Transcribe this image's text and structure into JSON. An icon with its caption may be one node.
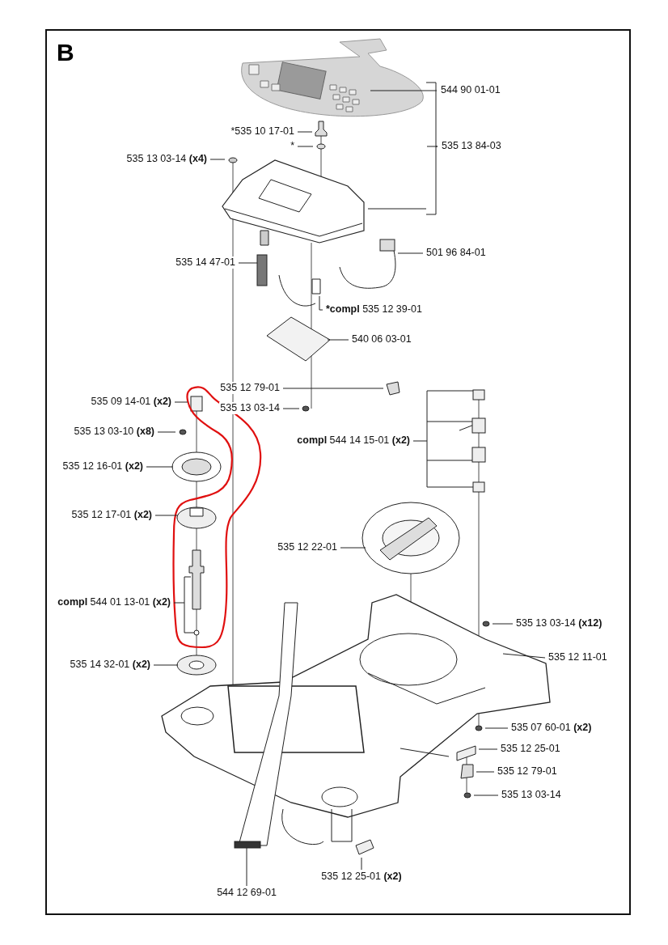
{
  "diagram": {
    "title": "B",
    "nodes": [
      {
        "text": [
          "544 90 01-01"
        ]
      },
      {
        "text": [
          "*535 10 17-01"
        ]
      },
      {
        "text": [
          "*"
        ]
      },
      {
        "text": [
          "535 13 84-03"
        ]
      },
      {
        "text": [
          "535 13 03-14 **(x4)**"
        ]
      },
      {
        "text": [
          "535 14 47-01"
        ]
      },
      {
        "text": [
          "501 96 84-01"
        ]
      },
      {
        "text": [
          "***compl** 535 12 39-01"
        ]
      },
      {
        "text": [
          "540 06 03-01"
        ]
      },
      {
        "text": [
          "535 12 79-01"
        ]
      },
      {
        "text": [
          "535 09 14-01 **(x2)**"
        ]
      },
      {
        "text": [
          "535 13 03-14"
        ]
      },
      {
        "text": [
          "535 13 03-10 **(x8)**"
        ]
      },
      {
        "text": [
          "**compl** 544 14 15-01 **(x2)**"
        ]
      },
      {
        "text": [
          "535 12 16-01 **(x2)**"
        ]
      },
      {
        "text": [
          "535 12 17-01 **(x2)**"
        ]
      },
      {
        "text": [
          "535 12 22-01"
        ]
      },
      {
        "text": [
          "**compl** 544 01 13-01 **(x2)**"
        ]
      },
      {
        "text": [
          "535 13 03-14 **(x12)**"
        ]
      },
      {
        "text": [
          "535 12 11-01"
        ]
      },
      {
        "text": [
          "535 14 32-01 **(x2)**"
        ]
      },
      {
        "text": [
          "535 07 60-01 **(x2)**"
        ]
      },
      {
        "text": [
          "535 12 25-01"
        ]
      },
      {
        "text": [
          "535 12 79-01"
        ]
      },
      {
        "text": [
          "535 13 03-14"
        ]
      },
      {
        "text": [
          "535 12 25-01 **(x2)**"
        ]
      },
      {
        "text": [
          "544 12 69-01"
        ]
      }
    ],
    "edges": [
      {
        "from": 0,
        "to": null,
        "arrow": "none"
      },
      {
        "from": 1,
        "to": null,
        "arrow": "none"
      },
      {
        "from": 2,
        "to": null,
        "arrow": "none"
      },
      {
        "from": 3,
        "to": null,
        "arrow": "none"
      },
      {
        "from": 4,
        "to": null,
        "arrow": "none"
      },
      {
        "from": 5,
        "to": null,
        "arrow": "none"
      },
      {
        "from": 6,
        "to": null,
        "arrow": "none"
      },
      {
        "from": 7,
        "to": null,
        "arrow": "none"
      },
      {
        "from": 8,
        "to": null,
        "arrow": "none"
      },
      {
        "from": 9,
        "to": null,
        "arrow": "none"
      },
      {
        "from": 10,
        "to": null,
        "arrow": "none"
      },
      {
        "from": 11,
        "to": null,
        "arrow": "none"
      },
      {
        "from": 12,
        "to": null,
        "arrow": "none"
      },
      {
        "from": 13,
        "to": null,
        "arrow": "none"
      },
      {
        "from": 14,
        "to": null,
        "arrow": "none"
      },
      {
        "from": 15,
        "to": null,
        "arrow": "none"
      },
      {
        "from": 16,
        "to": null,
        "arrow": "none"
      },
      {
        "from": 17,
        "to": null,
        "arrow": "none"
      },
      {
        "from": 18,
        "to": null,
        "arrow": "none"
      },
      {
        "from": 19,
        "to": null,
        "arrow": "none"
      },
      {
        "from": 20,
        "to": null,
        "arrow": "none"
      },
      {
        "from": 21,
        "to": null,
        "arrow": "none"
      },
      {
        "from": 22,
        "to": null,
        "arrow": "none"
      },
      {
        "from": 23,
        "to": null,
        "arrow": "none"
      },
      {
        "from": 24,
        "to": null,
        "arrow": "none"
      },
      {
        "from": 25,
        "to": null,
        "arrow": "none"
      },
      {
        "from": 26,
        "to": null,
        "arrow": "none"
      }
    ]
  }
}
